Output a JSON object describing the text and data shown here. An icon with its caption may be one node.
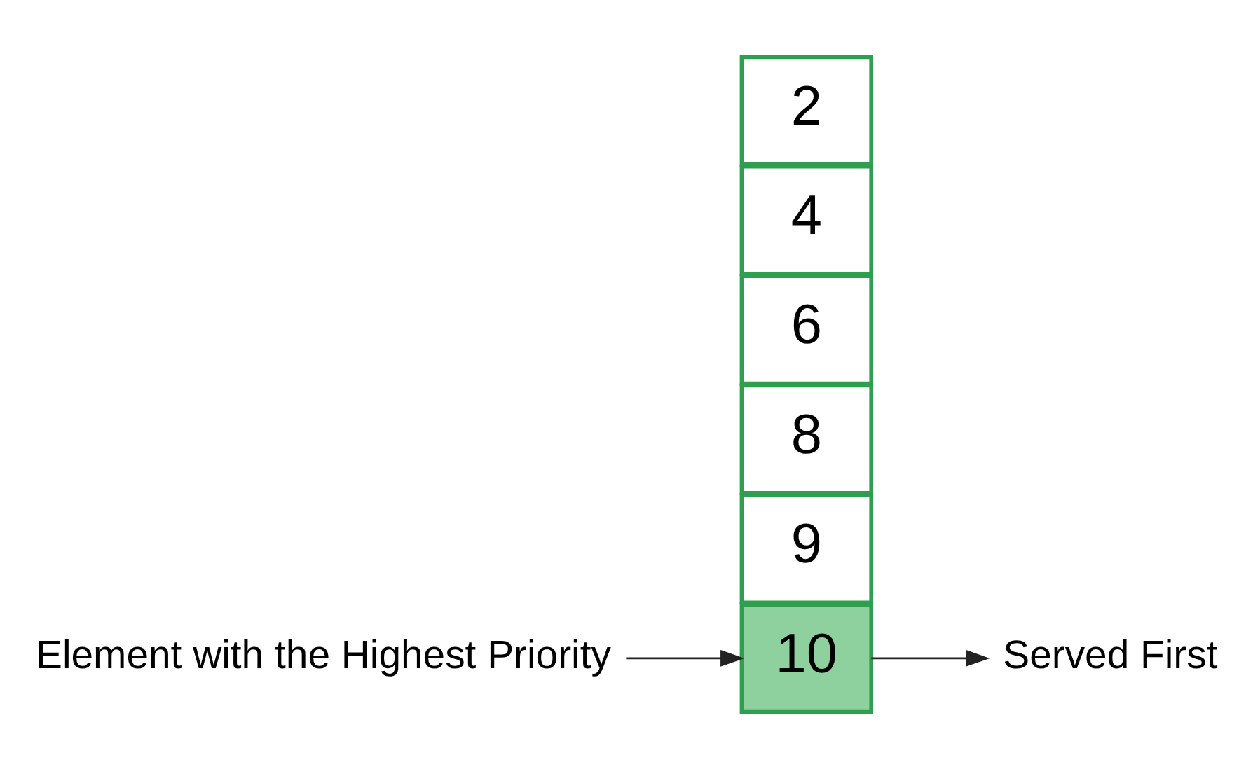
{
  "diagram": {
    "nodes": [
      {
        "text": [
          "Served First"
        ]
      },
      {
        "text": [
          "Element with the Highest Priority"
        ]
      },
      {
        "text": [
          "10"
        ]
      },
      {
        "text": [
          "9"
        ]
      },
      {
        "text": [
          "8"
        ]
      },
      {
        "text": [
          "6"
        ]
      },
      {
        "text": [
          "4"
        ]
      },
      {
        "text": [
          "2"
        ]
      }
    ],
    "edges": [
      {
        "from": 1,
        "to": 2,
        "arrow": "to"
      },
      {
        "from": 2,
        "to": 0,
        "arrow": "to"
      }
    ]
  }
}
